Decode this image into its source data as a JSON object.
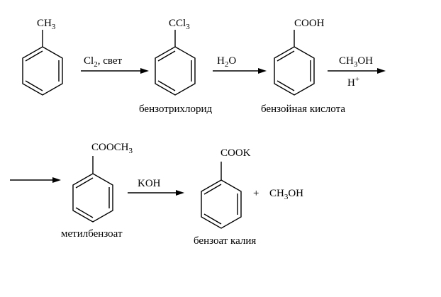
{
  "reactions": {
    "toluene": {
      "substituent": [
        "CH",
        "3"
      ]
    },
    "chlorination": {
      "reagent": [
        "Cl",
        "2",
        ", свет"
      ]
    },
    "benzotrichloride": {
      "substituent": [
        "CCl",
        "3"
      ],
      "name": "бензотрихлорид"
    },
    "hydrolysis": {
      "reagent": [
        "H",
        "2",
        "O"
      ]
    },
    "benzoic_acid": {
      "substituent": [
        "COOH"
      ],
      "name": "бензойная кислота"
    },
    "esterification": {
      "reagent_top": [
        "CH",
        "3",
        "OH"
      ],
      "reagent_bottom": [
        "H",
        "+"
      ]
    },
    "methyl_benzoate": {
      "substituent": [
        "COOCH",
        "3"
      ],
      "name": "метилбензоат"
    },
    "saponification": {
      "reagent": [
        "KOH"
      ]
    },
    "potassium_benzoate": {
      "substituent": [
        "COOK"
      ],
      "name": "бензоат калия"
    },
    "plus_sign": "+",
    "methanol": [
      "CH",
      "3",
      "OH"
    ]
  }
}
